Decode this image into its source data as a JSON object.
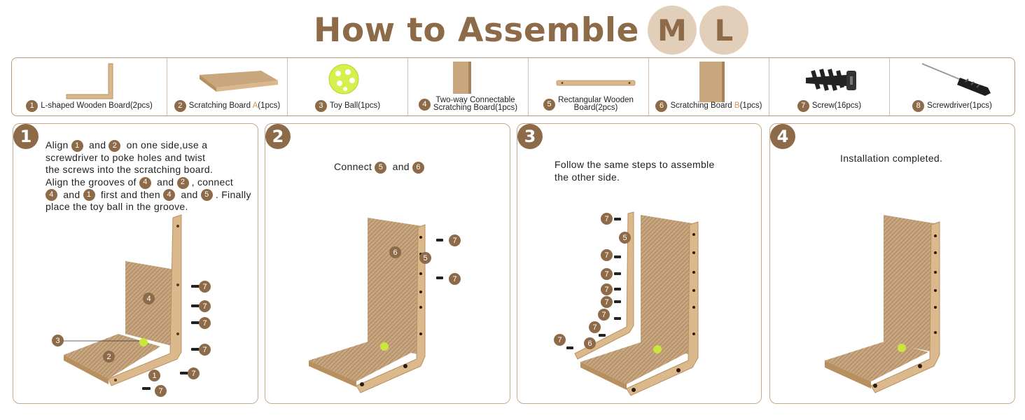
{
  "title": {
    "text": "How to Assemble",
    "size_m": "M",
    "size_l": "L"
  },
  "parts": [
    {
      "num": "1",
      "label": "L-shaped Wooden Board(2pcs)"
    },
    {
      "num": "2",
      "label_pre": "Scratching Board ",
      "label_accent": "A",
      "label_post": "(1pcs)"
    },
    {
      "num": "3",
      "label": "Toy Ball(1pcs)"
    },
    {
      "num": "4",
      "label_line1": "Two-way Connectable",
      "label_line2": "Scratching Board(1pcs)"
    },
    {
      "num": "5",
      "label_line1": "Rectangular Wooden",
      "label_line2": "Board(2pcs)"
    },
    {
      "num": "6",
      "label_pre": "Scratching Board ",
      "label_accent": "B",
      "label_post": "(1pcs)"
    },
    {
      "num": "7",
      "label": "Screw(16pcs)"
    },
    {
      "num": "8",
      "label": "Screwdriver(1pcs)"
    }
  ],
  "steps": [
    {
      "num": "1",
      "lines": [
        [
          "Align ",
          {
            "n": "1"
          },
          " and ",
          {
            "n": "2"
          },
          " on one side,use a"
        ],
        [
          "screwdriver to poke holes and twist"
        ],
        [
          "the screws into the scratching board."
        ],
        [
          " Align the grooves of  ",
          {
            "n": "4"
          },
          " and ",
          {
            "n": "2"
          },
          ", connect"
        ],
        [
          {
            "n": "4"
          },
          " and ",
          {
            "n": "1"
          },
          " first and then ",
          {
            "n": "4"
          },
          " and ",
          {
            "n": "5"
          },
          ". Finally"
        ],
        [
          "place the toy ball in the groove."
        ]
      ],
      "callouts": [
        "4",
        "3",
        "2",
        "1",
        "7",
        "7",
        "7",
        "7",
        "7",
        "7"
      ]
    },
    {
      "num": "2",
      "text_pre": "Connect ",
      "n1": "5",
      "text_mid": " and ",
      "n2": "6",
      "callouts": [
        "6",
        "5",
        "7",
        "7"
      ]
    },
    {
      "num": "3",
      "line1": "Follow the same steps to assemble",
      "line2": "the other side.",
      "callouts": [
        "7",
        "5",
        "7",
        "7",
        "7",
        "7",
        "7",
        "7",
        "7",
        "6"
      ]
    },
    {
      "num": "4",
      "text": "Installation completed."
    }
  ],
  "colors": {
    "brand": "#8d6a48",
    "circle_light": "#e2cfb9",
    "border": "#c4aa8c",
    "accent": "#c79a55",
    "ball": "#c8e63c"
  }
}
